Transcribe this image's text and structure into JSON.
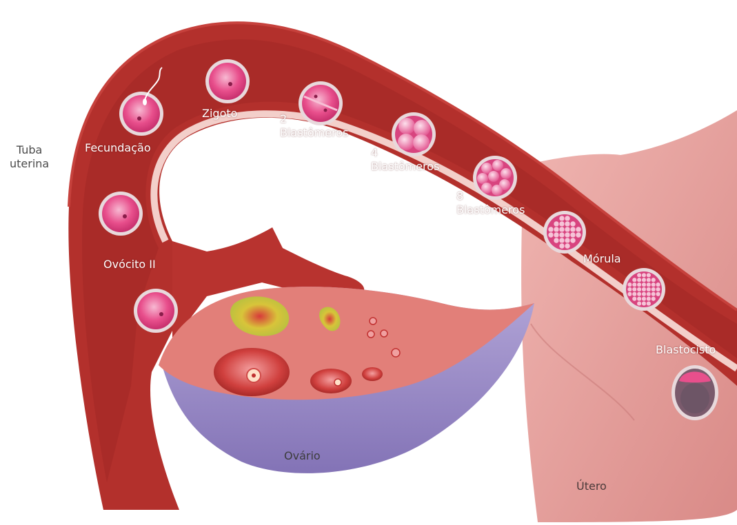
{
  "labels": {
    "tuba": [
      "Tuba",
      "uterina"
    ],
    "fecundacao": "Fecundação",
    "zigoto": "Zigoto",
    "blast2": [
      "2",
      "Blastômeros"
    ],
    "blast4": [
      "4",
      "Blastômeros"
    ],
    "blast8": [
      "8",
      "Blastômeros"
    ],
    "morula": "Mórula",
    "blastocisto": "Blastocisto",
    "ovocito": "Ovócito II",
    "ovario": "Ovário",
    "utero": "Útero"
  },
  "colors": {
    "tube": "#b3302c",
    "tube_dark": "#8e1f1d",
    "tube_edge": "#f0c7c1",
    "uterus": "#e6a3a0",
    "ovary": "#9b8bc6",
    "ovary_top": "#e0817b",
    "cell": "#e84f8c",
    "cell_ring": "#e8d9dc"
  }
}
